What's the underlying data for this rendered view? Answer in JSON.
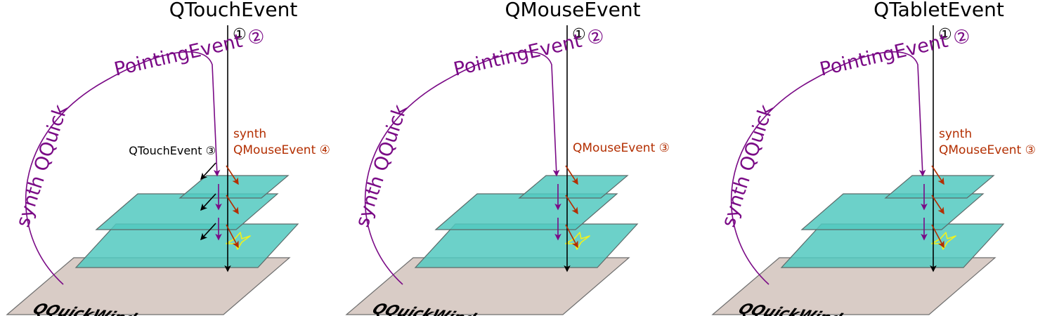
{
  "colors": {
    "purple": "#7a0a86",
    "red": "#b32e00",
    "teal": "#52c9bf",
    "window": "#d9ccc6",
    "spark": "#f2f21a"
  },
  "panels": [
    {
      "title": "QTouchEvent",
      "step1": "①",
      "arc_label": "synth QQuickPointingEvent ②",
      "red_labels": [
        "synth",
        "QMouseEvent ④"
      ],
      "black_label": "QTouchEvent ③",
      "window_label": "QQuickWindow"
    },
    {
      "title": "QMouseEvent",
      "step1": "①",
      "arc_label": "synth QQuickPointingEvent ②",
      "red_labels": [
        "QMouseEvent ③"
      ],
      "black_label": "",
      "window_label": "QQuickWindow"
    },
    {
      "title": "QTabletEvent",
      "step1": "①",
      "arc_label": "synth QQuickPointingEvent ②",
      "red_labels": [
        "synth",
        "QMouseEvent ③"
      ],
      "black_label": "",
      "window_label": "QQuickWindow"
    }
  ]
}
